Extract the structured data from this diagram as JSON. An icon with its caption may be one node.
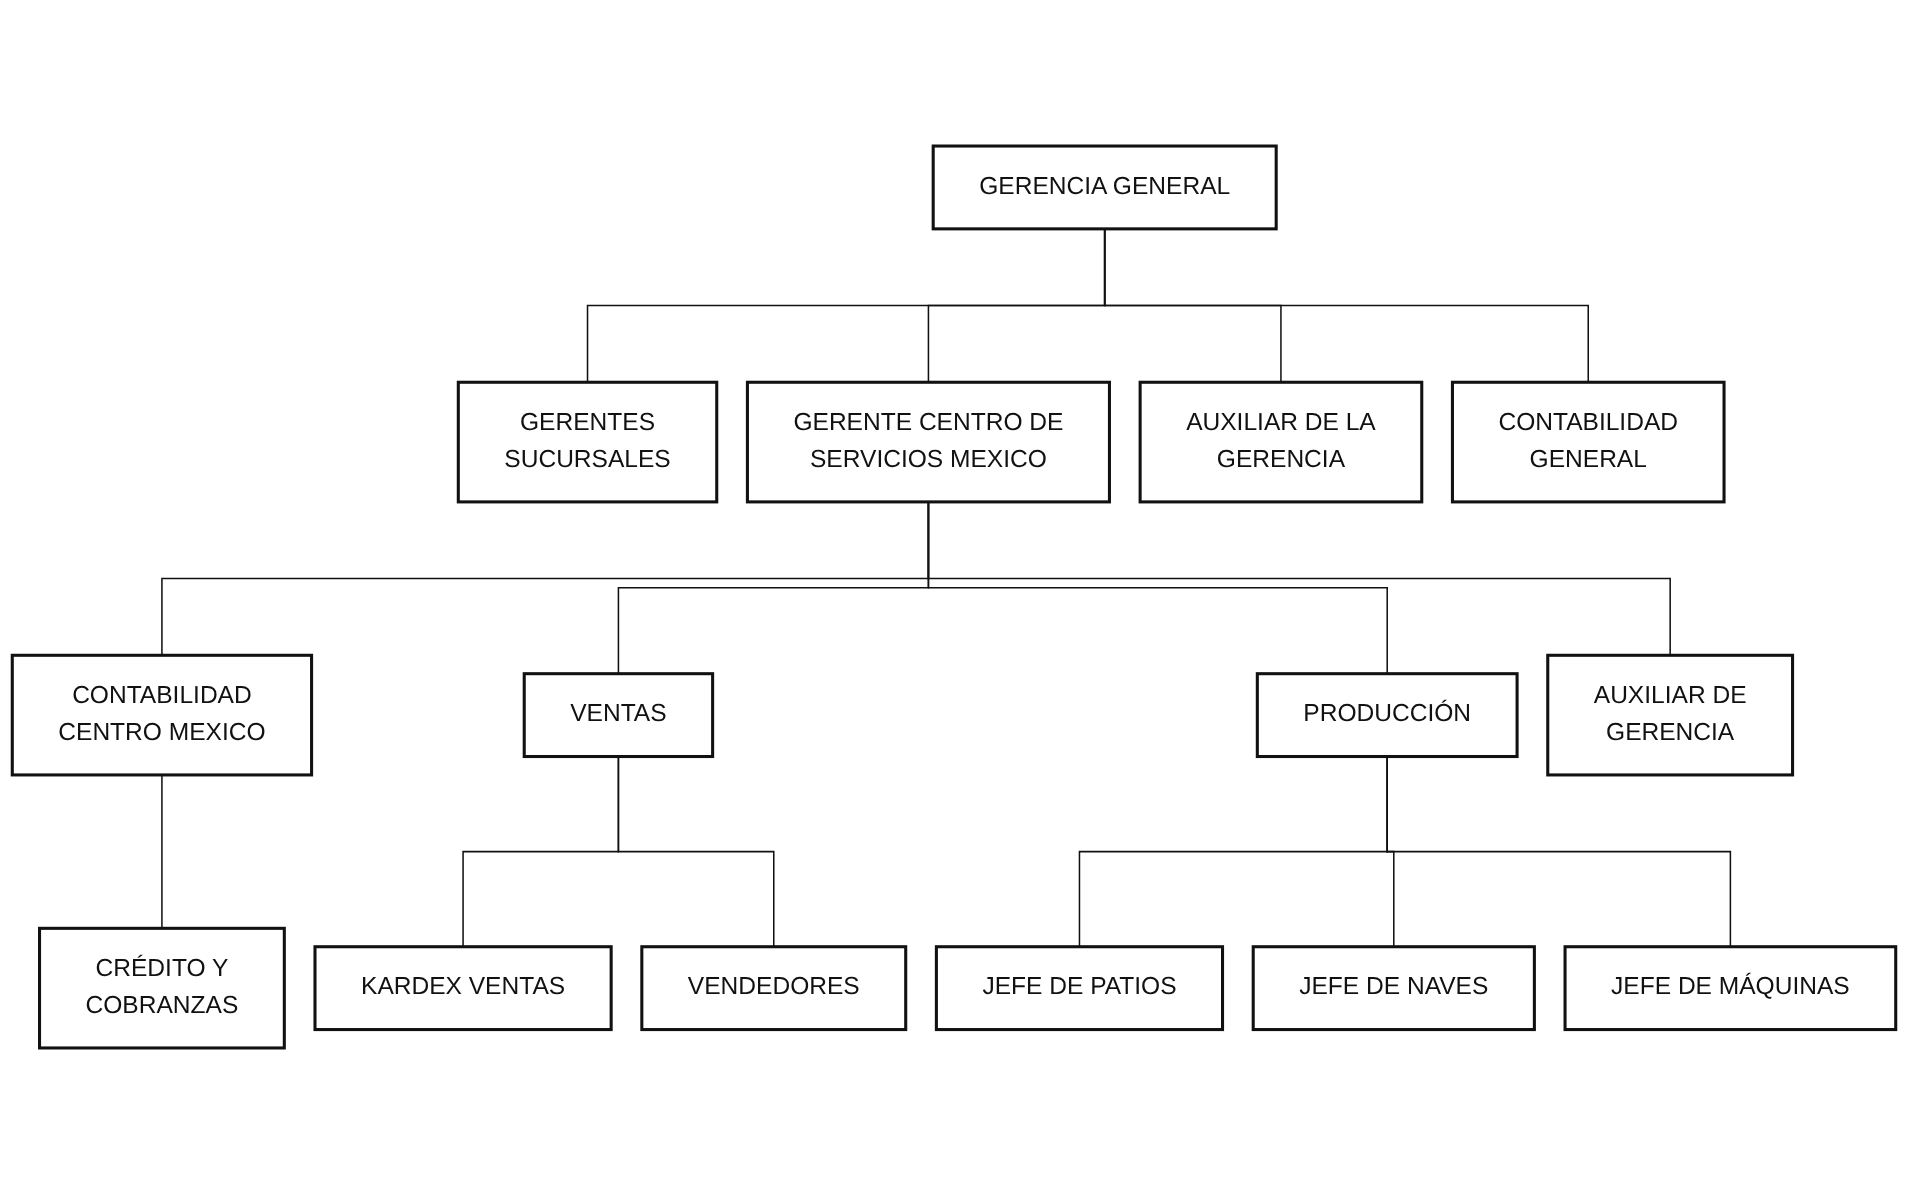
{
  "diagram": {
    "nodes": [
      {
        "text": [
          "GERENCIA GENERAL"
        ]
      },
      {
        "text": [
          "GERENTES SUCURSALES"
        ]
      },
      {
        "text": [
          "GERENTE CENTRO DE SERVICIOS MEXICO"
        ]
      },
      {
        "text": [
          "AUXILIAR DE LA GERENCIA"
        ]
      },
      {
        "text": [
          "CONTABILIDAD GENERAL"
        ]
      },
      {
        "text": [
          "CONTABILIDAD CENTRO MEXICO"
        ]
      },
      {
        "text": [
          "VENTAS"
        ]
      },
      {
        "text": [
          "PRODUCCIÓN"
        ]
      },
      {
        "text": [
          "AUXILIAR DE GERENCIA"
        ]
      },
      {
        "text": [
          "CRÉDITO Y COBRANZAS"
        ]
      },
      {
        "text": [
          "KARDEX VENTAS"
        ]
      },
      {
        "text": [
          "VENDEDORES"
        ]
      },
      {
        "text": [
          "JEFE DE PATIOS"
        ]
      },
      {
        "text": [
          "JEFE DE NAVES"
        ]
      },
      {
        "text": [
          "JEFE DE MÁQUINAS"
        ]
      }
    ],
    "edges": [
      {
        "from": 0,
        "to": 1,
        "arrow": "none"
      },
      {
        "from": 0,
        "to": 2,
        "arrow": "none"
      },
      {
        "from": 0,
        "to": 3,
        "arrow": "none"
      },
      {
        "from": 0,
        "to": 4,
        "arrow": "none"
      },
      {
        "from": 2,
        "to": 5,
        "arrow": "none"
      },
      {
        "from": 2,
        "to": 6,
        "arrow": "none"
      },
      {
        "from": 2,
        "to": 7,
        "arrow": "none"
      },
      {
        "from": 2,
        "to": 8,
        "arrow": "none"
      },
      {
        "from": 5,
        "to": 9,
        "arrow": "none"
      },
      {
        "from": 6,
        "to": 10,
        "arrow": "none"
      },
      {
        "from": 6,
        "to": 11,
        "arrow": "none"
      },
      {
        "from": 7,
        "to": 12,
        "arrow": "none"
      },
      {
        "from": 7,
        "to": 13,
        "arrow": "none"
      },
      {
        "from": 7,
        "to": 14,
        "arrow": "none"
      }
    ]
  }
}
